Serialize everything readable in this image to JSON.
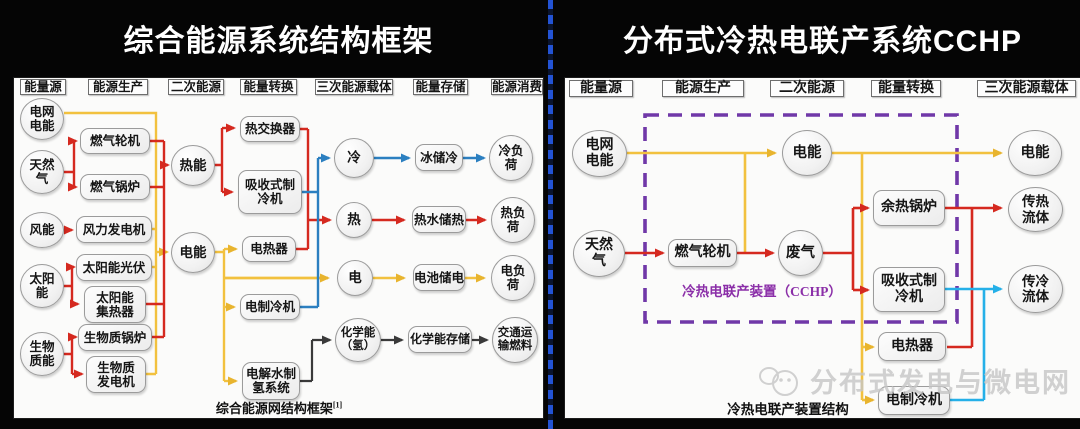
{
  "left_panel": {
    "title": "综合能源系统结构框架",
    "headers": [
      "能量源",
      "能源生产",
      "二次能源",
      "能量转换",
      "三次能源载体",
      "能量存储",
      "能源消费"
    ],
    "sources": [
      "电网\n电能",
      "天然\n气",
      "风能",
      "太阳\n能",
      "生物\n质能"
    ],
    "production": [
      "燃气轮机",
      "燃气锅炉",
      "风力发电机",
      "太阳能光伏",
      "太阳能\n集热器",
      "生物质锅炉",
      "生物质\n发电机"
    ],
    "secondary": [
      "热能",
      "电能"
    ],
    "conversion": [
      "热交换器",
      "吸收式制\n冷机",
      "电热器",
      "电制冷机",
      "电解水制\n氢系统"
    ],
    "carriers": [
      "冷",
      "热",
      "电",
      "化学能\n（氢）"
    ],
    "storage": [
      "冰储冷",
      "热水储热",
      "电池储电",
      "化学能存储"
    ],
    "consumption": [
      "冷负\n荷",
      "热负\n荷",
      "电负\n荷",
      "交通运\n输燃料"
    ],
    "caption": "综合能源网结构框架",
    "caption_mark": "[1]"
  },
  "right_panel": {
    "title": "分布式冷热电联产系统CCHP",
    "headers": [
      "能量源",
      "能源生产",
      "二次能源",
      "能量转换",
      "三次能源载体"
    ],
    "sources": [
      "电网\n电能",
      "天然\n气"
    ],
    "production": [
      "燃气轮机"
    ],
    "secondary": [
      "电能",
      "废气"
    ],
    "conversion": [
      "余热锅炉",
      "吸收式制\n冷机",
      "电热器",
      "电制冷机"
    ],
    "carriers": [
      "电能",
      "传热\n流体",
      "传冷\n流体"
    ],
    "cchp_label": "冷热电联产装置（CCHP）",
    "caption": "冷热电联产装置结构",
    "watermark": "分布式发电与微电网"
  },
  "colors": {
    "heat_flow": "#d5291f",
    "electric_flow": "#f2c13e",
    "cold_flow_left": "#2b7fc0",
    "cold_flow_right": "#25b0e8",
    "chemical_flow": "#3a3a3a",
    "cchp_boundary": "#7038a8",
    "divider_blue": "#2353d4"
  }
}
